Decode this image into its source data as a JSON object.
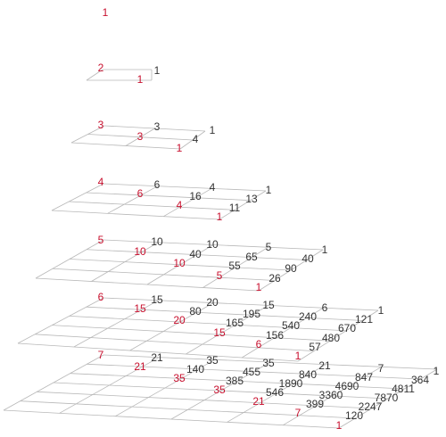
{
  "colors": {
    "highlight": "#c8102e",
    "text": "#333333",
    "grid": "#b8b8b8"
  },
  "layers": [
    {
      "n": 1,
      "labels": [
        {
          "t": "1",
          "red": true
        }
      ]
    },
    {
      "n": 2,
      "labels": [
        {
          "t": "2",
          "red": true
        },
        {
          "t": "1",
          "red": false
        },
        {
          "t": "1",
          "red": true
        }
      ]
    },
    {
      "n": 3,
      "labels": [
        {
          "t": "3",
          "red": true
        },
        {
          "t": "3",
          "red": false
        },
        {
          "t": "1",
          "red": false
        },
        {
          "t": "3",
          "red": true
        },
        {
          "t": "4",
          "red": false
        },
        {
          "t": "1",
          "red": true
        }
      ]
    },
    {
      "n": 4,
      "labels": [
        {
          "t": "4",
          "red": true
        },
        {
          "t": "6",
          "red": false
        },
        {
          "t": "4",
          "red": false
        },
        {
          "t": "1",
          "red": false
        },
        {
          "t": "6",
          "red": true
        },
        {
          "t": "16",
          "red": false
        },
        {
          "t": "13",
          "red": false
        },
        {
          "t": "4",
          "red": true
        },
        {
          "t": "11",
          "red": false
        },
        {
          "t": "1",
          "red": true
        }
      ]
    },
    {
      "n": 5,
      "labels": [
        {
          "t": "5",
          "red": true
        },
        {
          "t": "10",
          "red": false
        },
        {
          "t": "10",
          "red": false
        },
        {
          "t": "5",
          "red": false
        },
        {
          "t": "1",
          "red": false
        },
        {
          "t": "10",
          "red": true
        },
        {
          "t": "40",
          "red": false
        },
        {
          "t": "65",
          "red": false
        },
        {
          "t": "40",
          "red": false
        },
        {
          "t": "10",
          "red": true
        },
        {
          "t": "55",
          "red": false
        },
        {
          "t": "90",
          "red": false
        },
        {
          "t": "5",
          "red": true
        },
        {
          "t": "26",
          "red": false
        },
        {
          "t": "1",
          "red": true
        }
      ]
    },
    {
      "n": 6,
      "labels": [
        {
          "t": "6",
          "red": true
        },
        {
          "t": "15",
          "red": false
        },
        {
          "t": "20",
          "red": false
        },
        {
          "t": "15",
          "red": false
        },
        {
          "t": "6",
          "red": false
        },
        {
          "t": "1",
          "red": false
        },
        {
          "t": "15",
          "red": true
        },
        {
          "t": "80",
          "red": false
        },
        {
          "t": "195",
          "red": false
        },
        {
          "t": "240",
          "red": false
        },
        {
          "t": "121",
          "red": false
        },
        {
          "t": "20",
          "red": true
        },
        {
          "t": "165",
          "red": false
        },
        {
          "t": "540",
          "red": false
        },
        {
          "t": "670",
          "red": false
        },
        {
          "t": "15",
          "red": true
        },
        {
          "t": "156",
          "red": false
        },
        {
          "t": "480",
          "red": false
        },
        {
          "t": "6",
          "red": true
        },
        {
          "t": "57",
          "red": false
        },
        {
          "t": "1",
          "red": true
        }
      ]
    },
    {
      "n": 7,
      "labels": [
        {
          "t": "7",
          "red": true
        },
        {
          "t": "21",
          "red": false
        },
        {
          "t": "35",
          "red": false
        },
        {
          "t": "35",
          "red": false
        },
        {
          "t": "21",
          "red": false
        },
        {
          "t": "7",
          "red": false
        },
        {
          "t": "1",
          "red": false
        },
        {
          "t": "21",
          "red": true
        },
        {
          "t": "140",
          "red": false
        },
        {
          "t": "455",
          "red": false
        },
        {
          "t": "840",
          "red": false
        },
        {
          "t": "847",
          "red": false
        },
        {
          "t": "364",
          "red": false
        },
        {
          "t": "35",
          "red": true
        },
        {
          "t": "385",
          "red": false
        },
        {
          "t": "1890",
          "red": false
        },
        {
          "t": "4690",
          "red": false
        },
        {
          "t": "4811",
          "red": false
        },
        {
          "t": "35",
          "red": true
        },
        {
          "t": "546",
          "red": false
        },
        {
          "t": "3360",
          "red": false
        },
        {
          "t": "7870",
          "red": false
        },
        {
          "t": "21",
          "red": true
        },
        {
          "t": "399",
          "red": false
        },
        {
          "t": "2247",
          "red": false
        },
        {
          "t": "7",
          "red": true
        },
        {
          "t": "120",
          "red": false
        },
        {
          "t": "1",
          "red": true
        }
      ]
    }
  ]
}
